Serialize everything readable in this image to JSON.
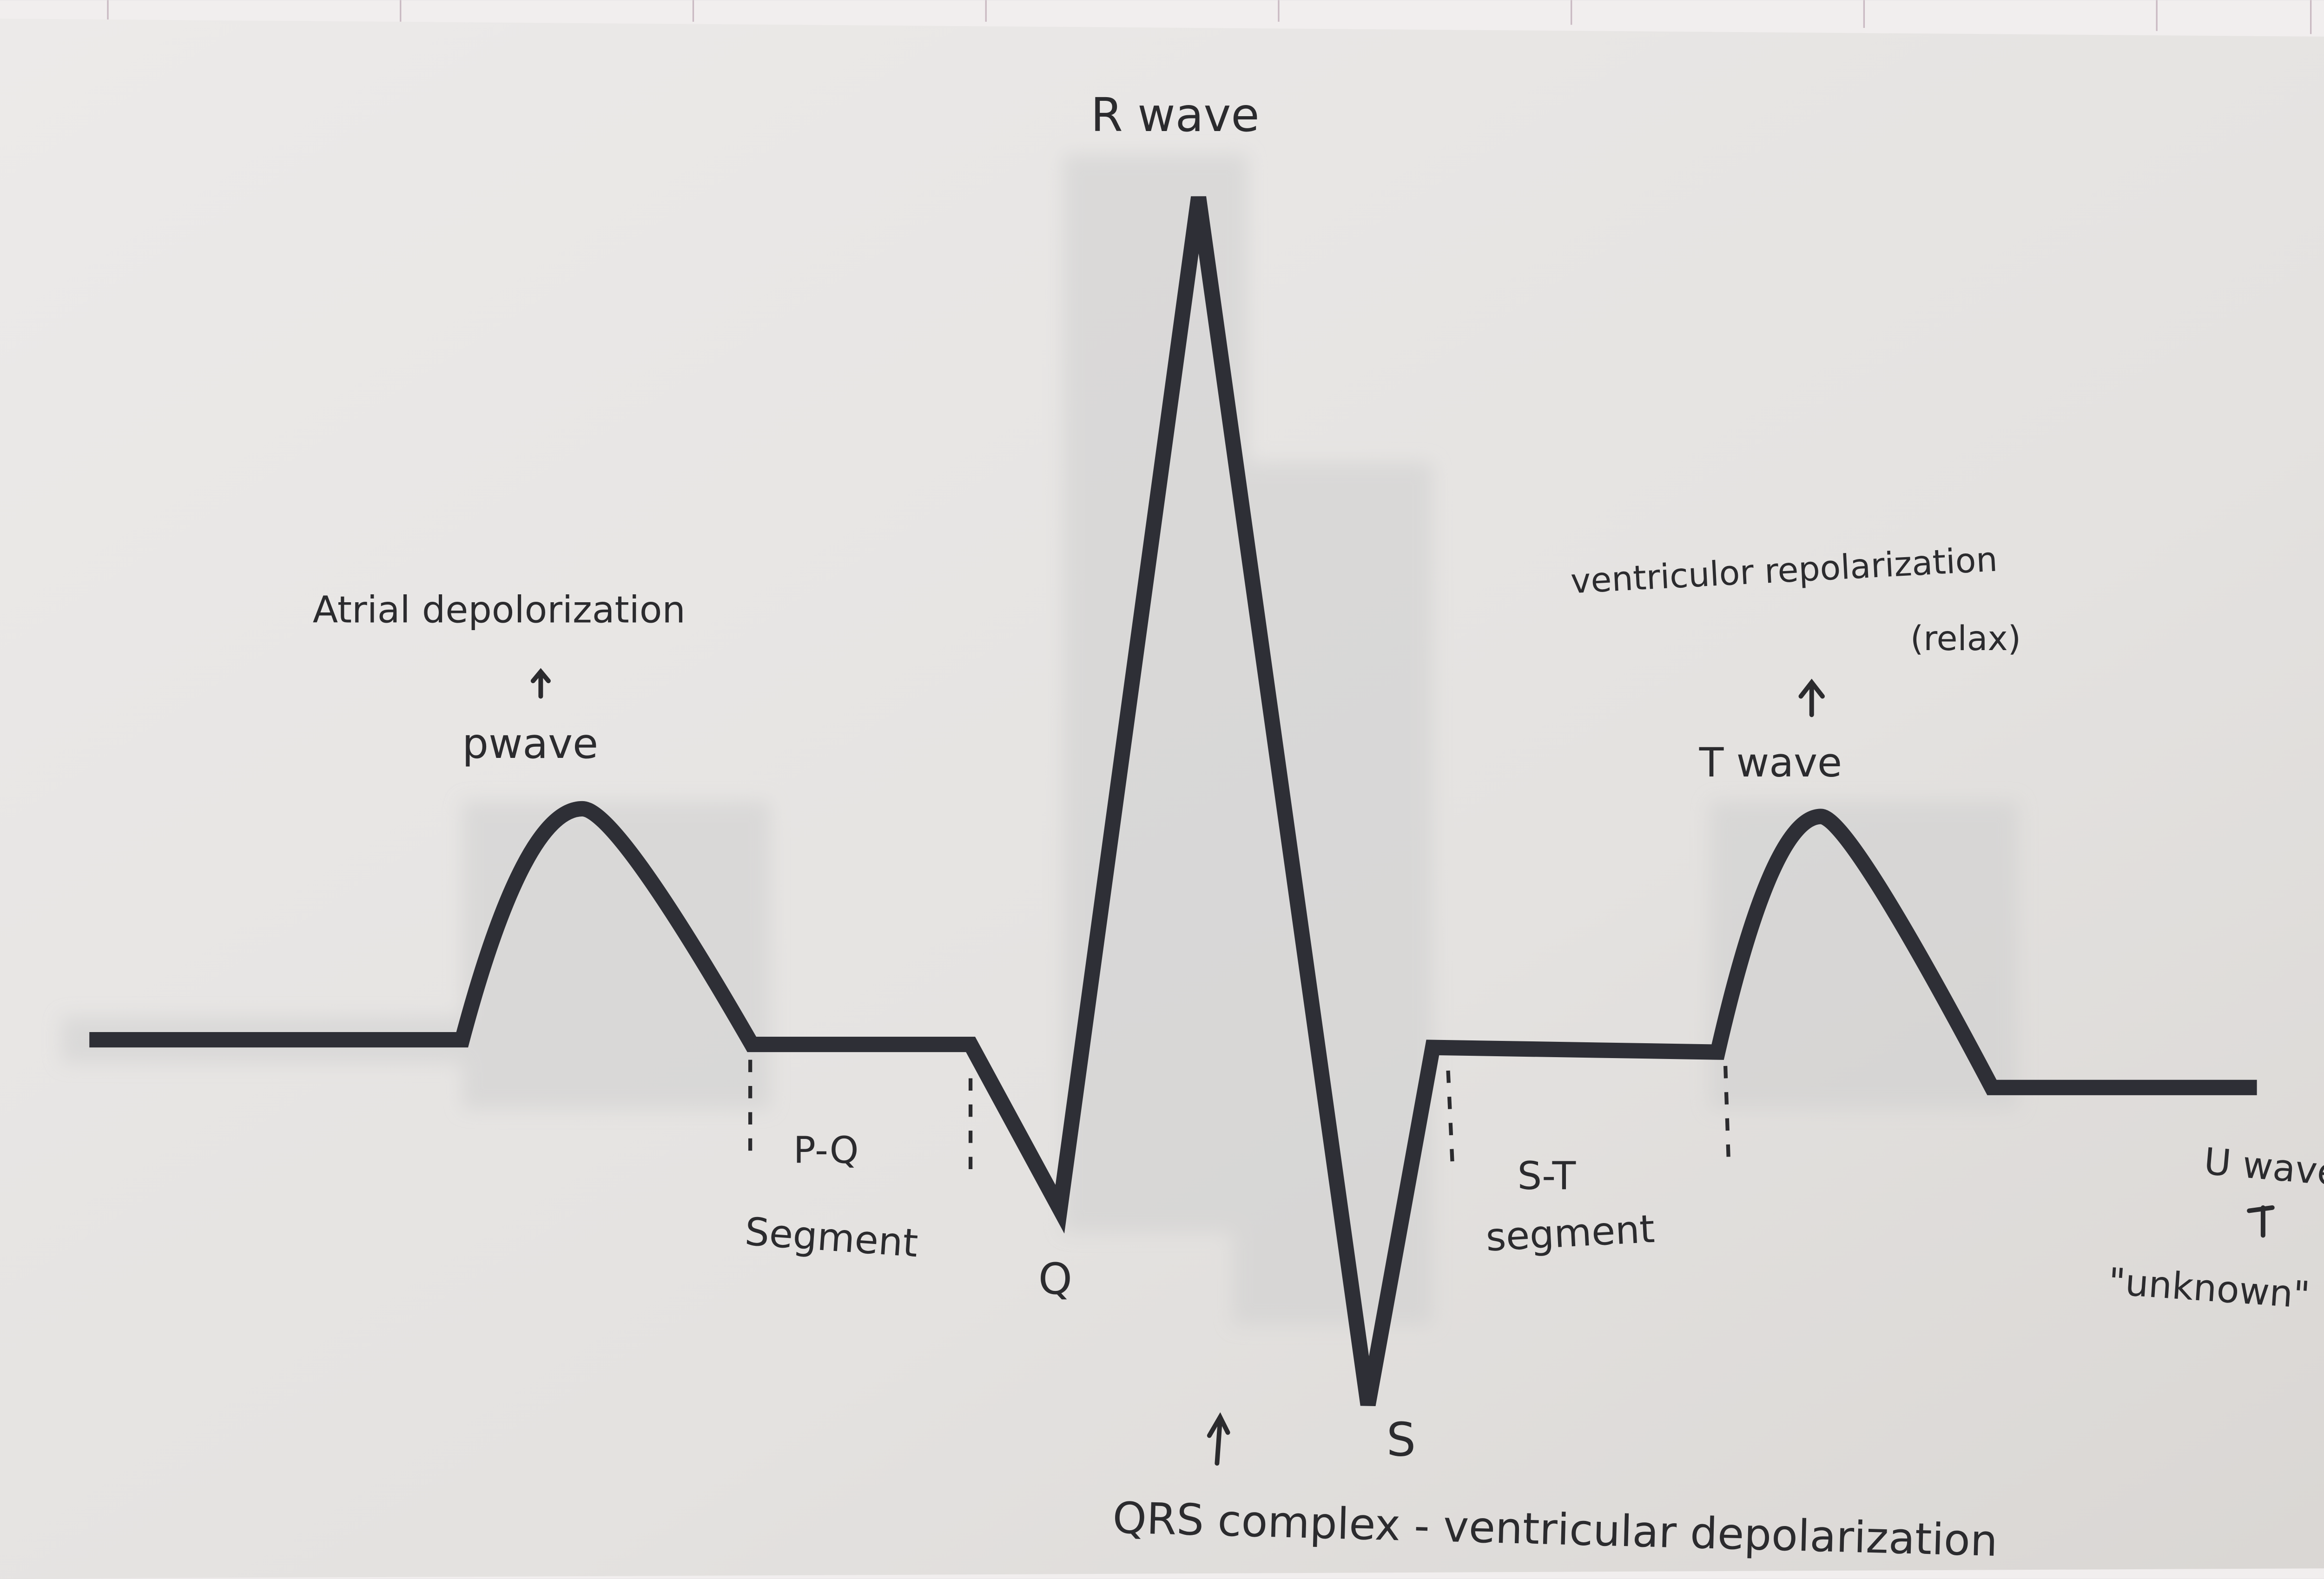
{
  "diagram": {
    "type": "ECG waveform (annotated, handwritten labels)",
    "labels": {
      "r_wave": "R wave",
      "atrial": "Atrial depolorization",
      "p_wave": "pwave",
      "pq_top": "P-Q",
      "pq_bottom": "Segment",
      "q": "Q",
      "s": "S",
      "qrs": "QRS complex - ventricular depolarization",
      "vent_repol": "ventriculor repolarization",
      "relax": "(relax)",
      "t_wave": "T wave",
      "st_top": "S-T",
      "st_bottom": "segment",
      "u_wave": "U wave",
      "unknown": "\"unknown\""
    },
    "colors": {
      "paper": "#e6e4e2",
      "trace": "#2e2f36",
      "ink": "#2b2b2e",
      "grid_paper": "#f1eeee"
    }
  }
}
